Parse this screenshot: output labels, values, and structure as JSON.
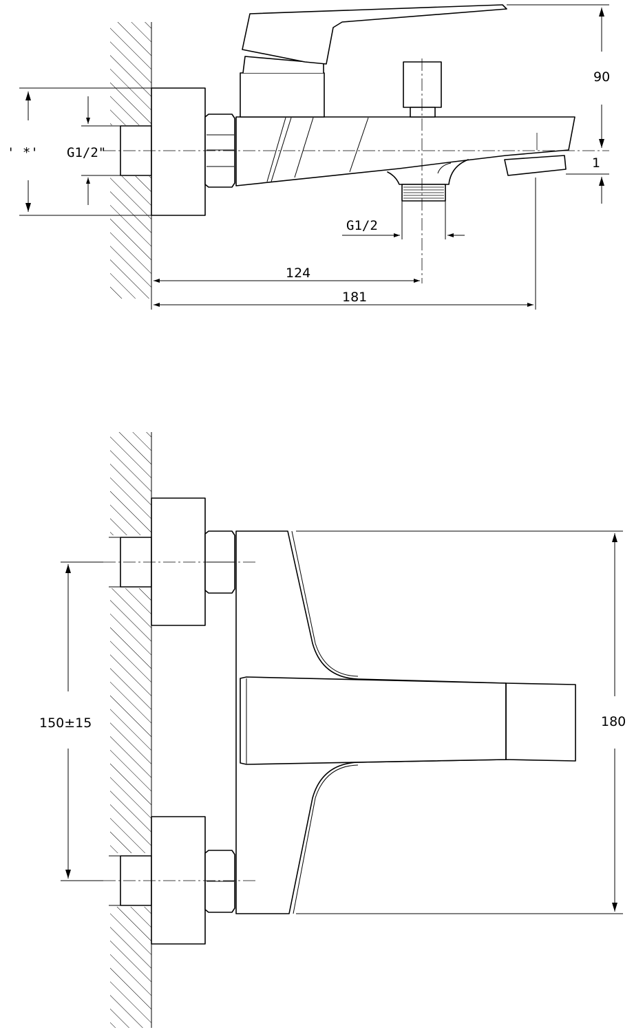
{
  "side_view": {
    "dimensions": {
      "height_top": "90",
      "offset_small": "1",
      "thread_inlet": "G1/2\"",
      "thread_outlet": "G1/2",
      "length_outlet": "124",
      "length_total": "181",
      "inlet_mark": "' *'"
    }
  },
  "front_view": {
    "dimensions": {
      "center_distance": "150±15",
      "body_height": "180"
    }
  }
}
